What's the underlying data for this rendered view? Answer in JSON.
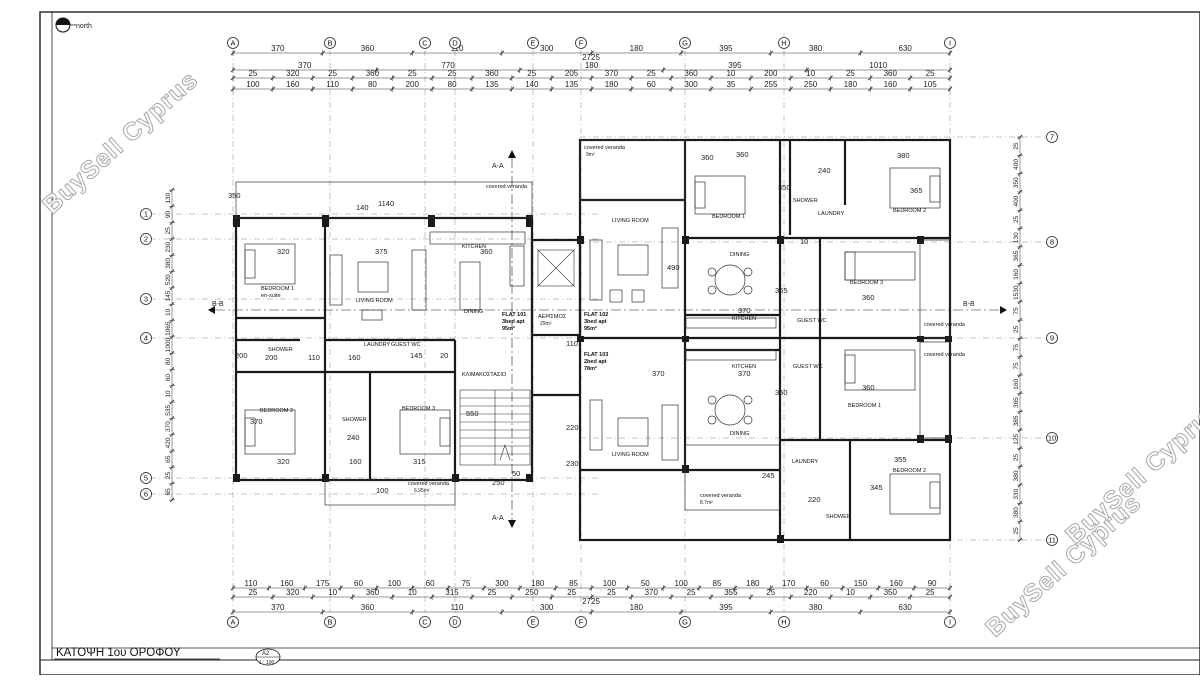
{
  "north_label": "north",
  "title": "ΚΑΤΟΨΗ 1ου ΟΡΟΦΟΥ",
  "sheet": {
    "number": "A2",
    "scale": "1 : 100"
  },
  "watermark": "BuySell Cyprus",
  "grid_cols": [
    "A",
    "B",
    "C",
    "D",
    "E",
    "F",
    "G",
    "H",
    "I"
  ],
  "grid_rows_left": [
    "1",
    "2",
    "3",
    "4",
    "5",
    "6"
  ],
  "grid_rows_right": [
    "7",
    "8",
    "9",
    "10",
    "11"
  ],
  "dims_top": {
    "overall": "2725",
    "row1": [
      "370",
      "360",
      "110",
      "300",
      "180",
      "395",
      "380",
      "630"
    ],
    "row2": [
      "370",
      "770",
      "180",
      "395",
      "1010"
    ],
    "row3": [
      "25",
      "320",
      "25",
      "360",
      "25",
      "25",
      "360",
      "25",
      "205",
      "370",
      "25",
      "360",
      "10",
      "200",
      "10",
      "25",
      "360",
      "25"
    ],
    "row4": [
      "100",
      "160",
      "110",
      "80",
      "200",
      "80",
      "135",
      "140",
      "135",
      "180",
      "60",
      "300",
      "35",
      "255",
      "250",
      "180",
      "160",
      "105"
    ]
  },
  "dims_bottom": {
    "overall": "2725",
    "row1": [
      "110",
      "160",
      "175",
      "60",
      "100",
      "60",
      "75",
      "300",
      "180",
      "85",
      "100",
      "50",
      "100",
      "85",
      "180",
      "170",
      "60",
      "150",
      "160",
      "90"
    ],
    "row2": [
      "25",
      "320",
      "10",
      "360",
      "10",
      "315",
      "25",
      "250",
      "25",
      "25",
      "370",
      "25",
      "355",
      "25",
      "220",
      "10",
      "350",
      "25"
    ],
    "row3": [
      "370",
      "360",
      "110",
      "300",
      "180",
      "395",
      "380",
      "630"
    ]
  },
  "dims_left": [
    "130",
    "90",
    "25",
    "230",
    "380",
    "520",
    "145",
    "10",
    "1065",
    "1000",
    "80",
    "60",
    "10",
    "535",
    "370",
    "420",
    "65",
    "25",
    "65"
  ],
  "dims_right": [
    "25",
    "400",
    "350",
    "400",
    "25",
    "130",
    "365",
    "160",
    "1530",
    "75",
    "25",
    "75",
    "75",
    "160",
    "365",
    "385",
    "125",
    "25",
    "380",
    "330",
    "380",
    "25"
  ],
  "rooms": {
    "covered_veranda": "covered veranda",
    "bedroom1_ensuite": "BEDROOM 1\nen-suite",
    "living_room": "LIVING ROOM",
    "kitchen": "KITCHEN",
    "dining": "DINING",
    "shower": "SHOWER",
    "laundry": "LAUNDRY",
    "guest_wc": "GUEST WC",
    "bedroom1": "BEDROOM 1",
    "bedroom2": "BEDROOM 2",
    "bedroom3": "BEDROOM 3",
    "stair_hall": "ΚΛΙΜΑΚΟΣΤΑΣΙΟ",
    "shaft": "ΑΕΡΙΣΜΟΣ"
  },
  "flats": {
    "f101": {
      "name": "FLAT 101",
      "type": "3bed apt",
      "area": "95m²"
    },
    "f102": {
      "name": "FLAT 102",
      "type": "3bed apt",
      "area": "95m²"
    },
    "f103": {
      "name": "FLAT 103",
      "type": "2bed apt",
      "area": "78m²"
    }
  },
  "room_dims": [
    "360",
    "360",
    "380",
    "365",
    "350",
    "240",
    "200",
    "320",
    "375",
    "360",
    "490",
    "370",
    "370",
    "370",
    "360",
    "360",
    "365",
    "350",
    "355",
    "245",
    "220",
    "345",
    "320",
    "370",
    "240",
    "315",
    "160",
    "200",
    "110",
    "160",
    "145",
    "20",
    "550",
    "250",
    "100",
    "140",
    "1140",
    "220",
    "230",
    "50",
    "10",
    "110",
    "350",
    "130"
  ],
  "section_labels": [
    "A-A",
    "B-B"
  ],
  "area_labels": [
    "9m²",
    "29m²",
    "6.95m²",
    "8.7m²"
  ]
}
